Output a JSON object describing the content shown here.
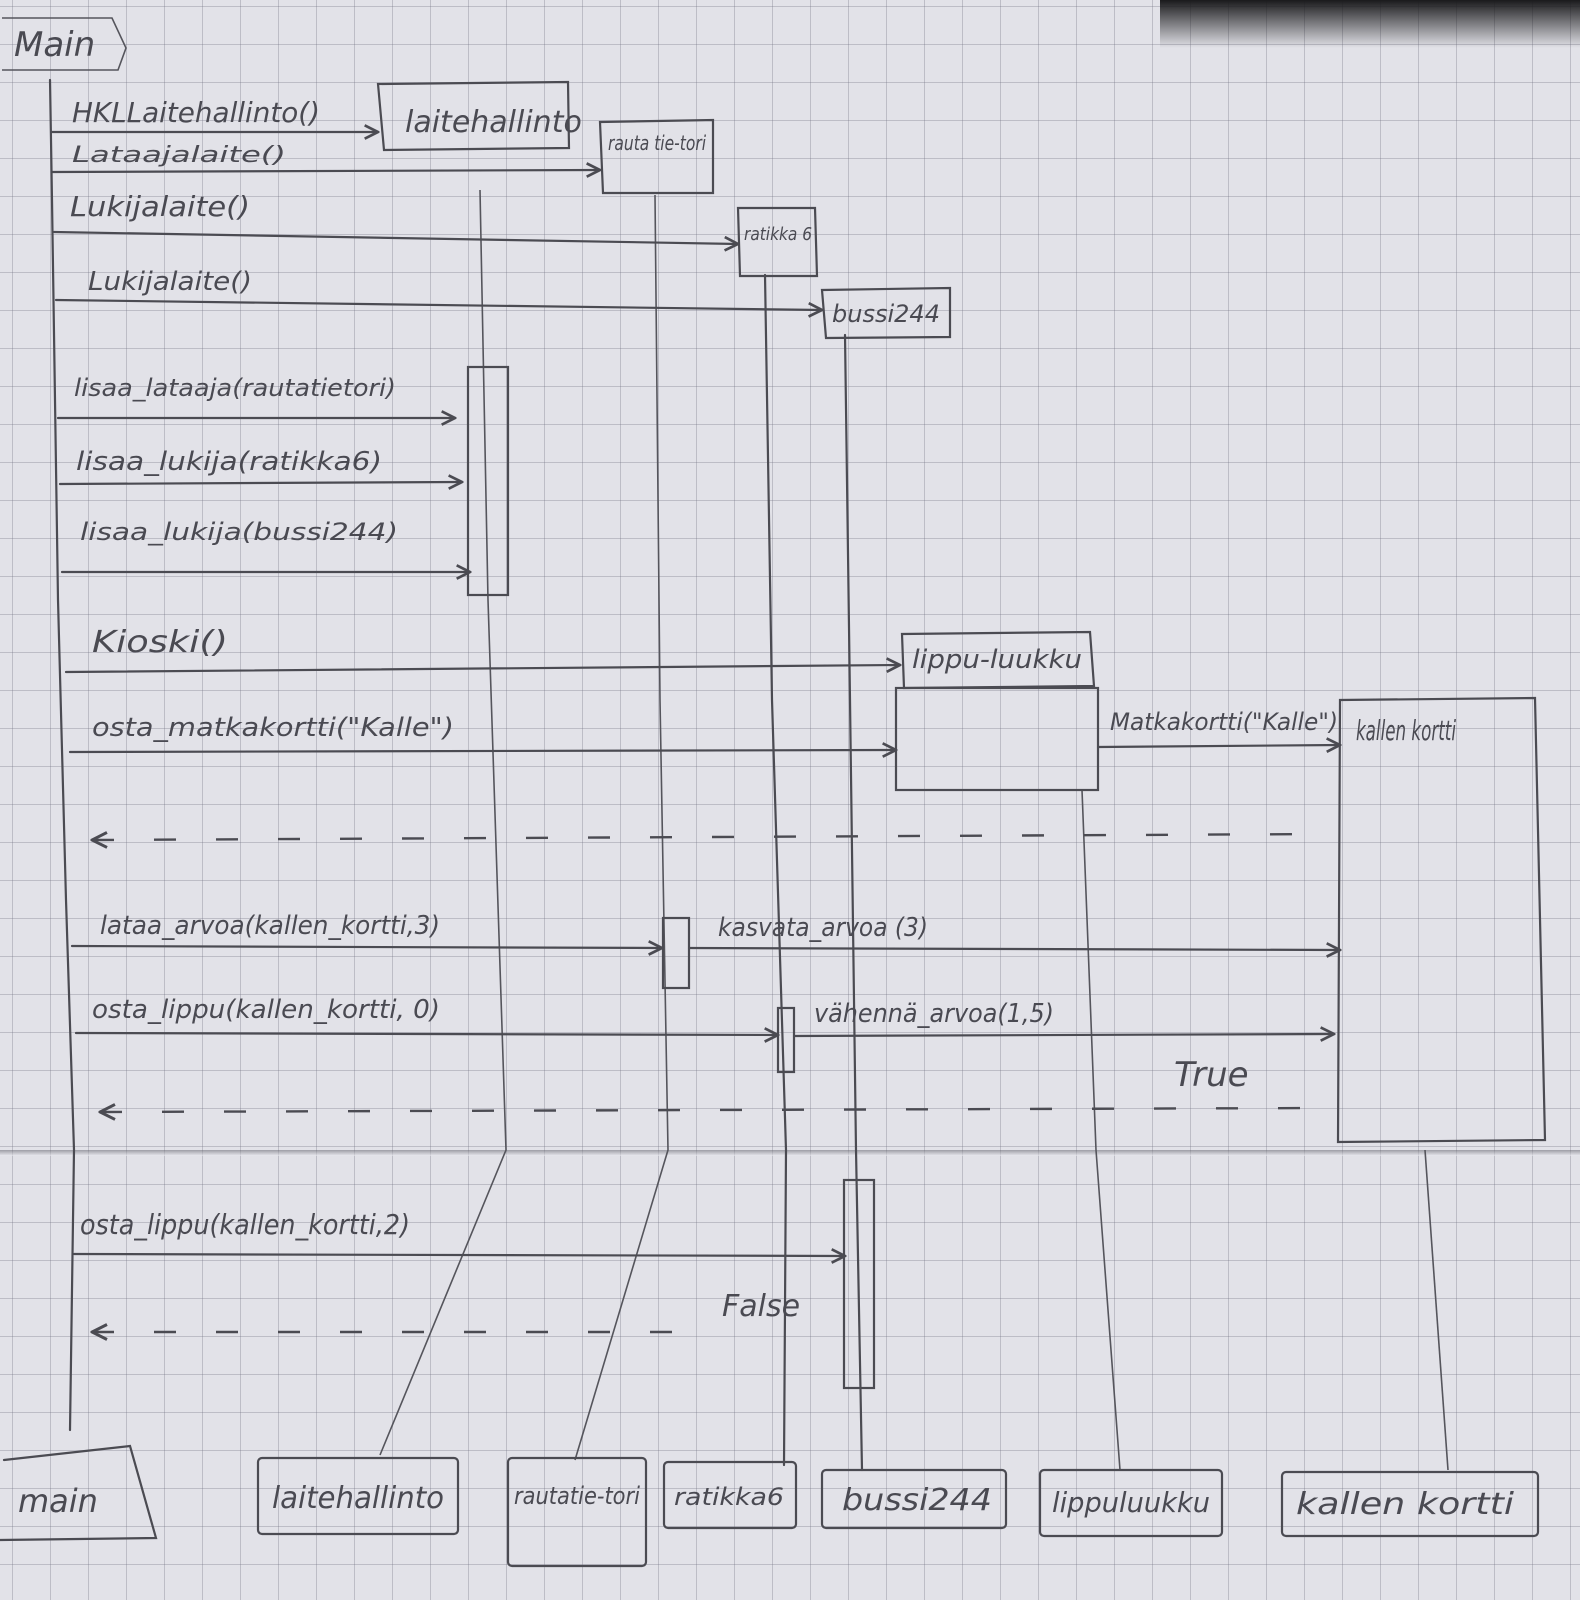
{
  "frame_label": "Main",
  "participants": {
    "laitehallinto": "laitehallinto",
    "rautatietori": "rauta tie-tori",
    "ratikka6": "ratikka 6",
    "bussi244": "bussi244",
    "lippuluukku": "lippu-luukku",
    "kallen_kortti": "kallen kortti"
  },
  "messages": {
    "m1": "HKLLaitehallinto()",
    "m2": "Lataajalaite()",
    "m3": "Lukijalaite()",
    "m4": "Lukijalaite()",
    "m5": "lisaa_lataaja(rautatietori)",
    "m6": "lisaa_lukija(ratikka6)",
    "m7": "lisaa_lukija(bussi244)",
    "m8": "Kioski()",
    "m9": "osta_matkakortti(\"Kalle\")",
    "m10": "Matkakortti(\"Kalle\")",
    "m11": "lataa_arvoa(kallen_kortti,3)",
    "m12": "kasvata_arvoa (3)",
    "m13": "osta_lippu(kallen_kortti, 0)",
    "m14": "vähennä_arvoa(1,5)",
    "m15": "True",
    "m16": "osta_lippu(kallen_kortti,2)",
    "m17": "False"
  },
  "footer": {
    "main": "main",
    "laitehallinto": "laitehallinto",
    "rautatietori": "rautatie-tori",
    "ratikka6": "ratikka6",
    "bussi244": "bussi244",
    "lippuluukku": "lippuluukku",
    "kallen_kortti": "kallen kortti"
  }
}
